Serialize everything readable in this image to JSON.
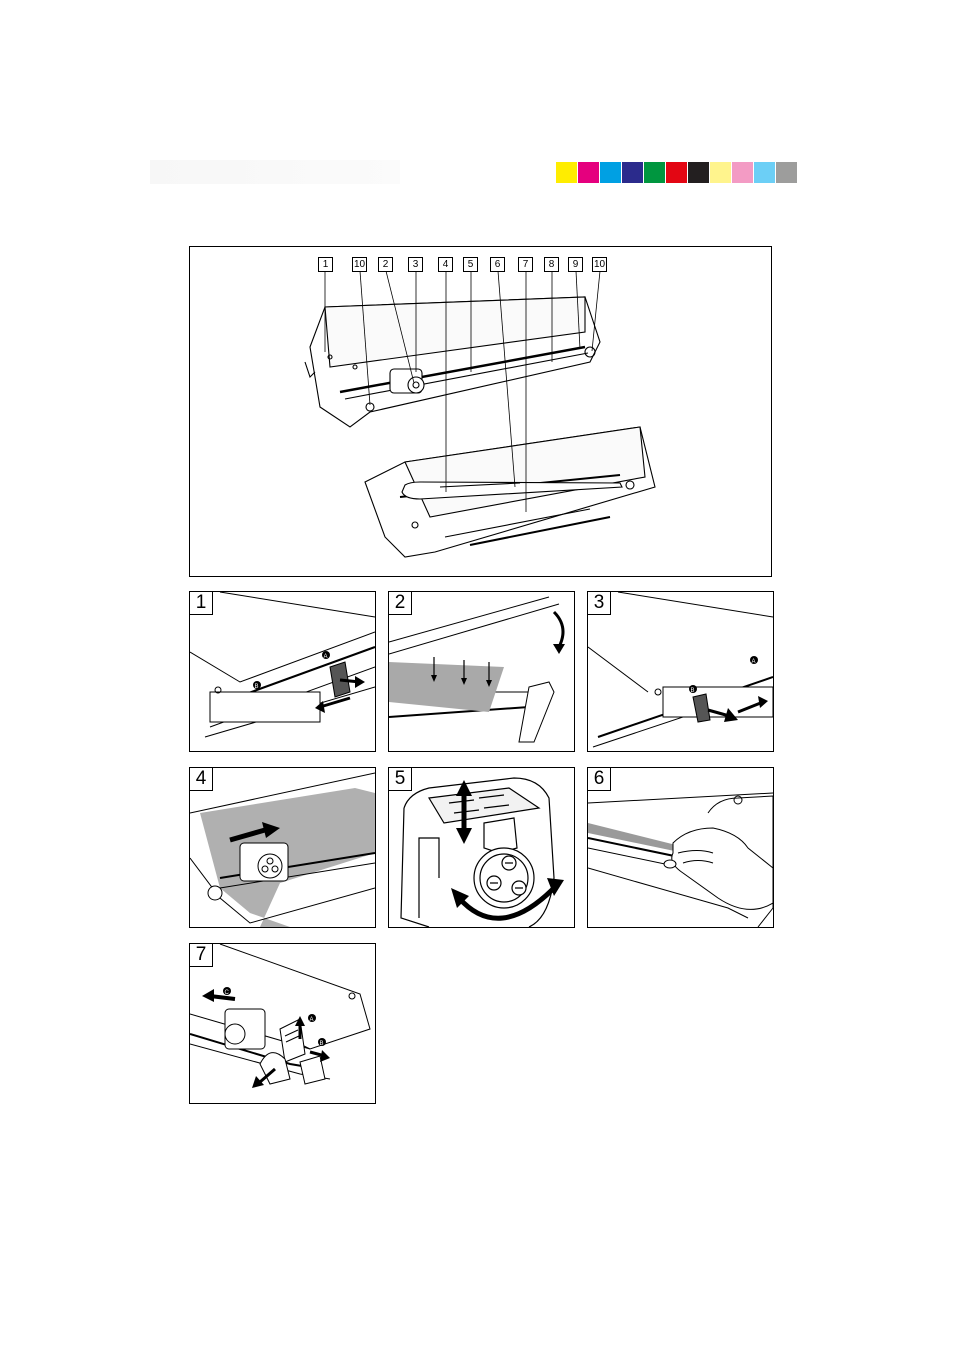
{
  "color_bar": [
    "#ffed00",
    "#e5007e",
    "#00a0e3",
    "#2b2b8c",
    "#00963f",
    "#e30613",
    "#231f20",
    "#fff48d",
    "#f39bc4",
    "#6ccff6",
    "#9d9d9c"
  ],
  "overview": {
    "callouts": [
      "1",
      "10",
      "2",
      "3",
      "4",
      "5",
      "6",
      "7",
      "8",
      "9",
      "10"
    ]
  },
  "steps": [
    {
      "number": "1",
      "markers": [
        "A",
        "B"
      ]
    },
    {
      "number": "2"
    },
    {
      "number": "3",
      "markers": [
        "A",
        "B"
      ]
    },
    {
      "number": "4"
    },
    {
      "number": "5"
    },
    {
      "number": "6"
    },
    {
      "number": "7",
      "markers": [
        "A",
        "B",
        "C"
      ]
    }
  ]
}
